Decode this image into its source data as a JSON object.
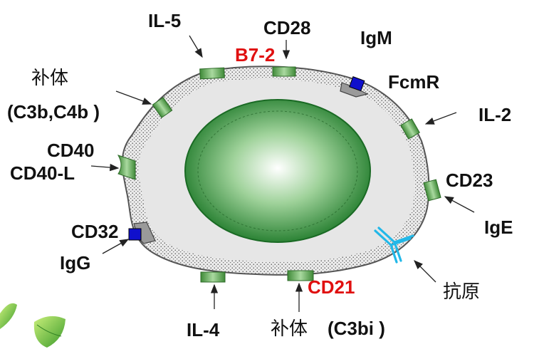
{
  "colors": {
    "label_default": "#111111",
    "label_highlight": "#e01010",
    "membrane_stroke": "#555555",
    "membrane_fill": "#e6e6e6",
    "nucleus_edge": "#1f7a2a",
    "nucleus_center": "#ffffff",
    "receptor_fill": "#6fae62",
    "blue_ligand": "#1010cc",
    "antibody": "#22b8e8",
    "arrow": "#222222"
  },
  "labels": {
    "il5": "IL-5",
    "cd28": "CD28",
    "b72": "B7-2",
    "igm": "IgM",
    "fcmr": "FcmR",
    "complement_top_cn": "补体",
    "complement_top": "(C3b,C4b )",
    "il2": "IL-2",
    "cd40": "CD40",
    "cd40l": "CD40-L",
    "cd23": "CD23",
    "cd32": "CD32",
    "ige": "IgE",
    "igg": "IgG",
    "antigen": "抗原",
    "cd21": "CD21",
    "il4": "IL-4",
    "complement_bottom_cn": "补体",
    "complement_bottom": "(C3bi )"
  },
  "icons": {
    "antibody": "y-antibody-icon",
    "decoration": "green-leaf-icon"
  }
}
